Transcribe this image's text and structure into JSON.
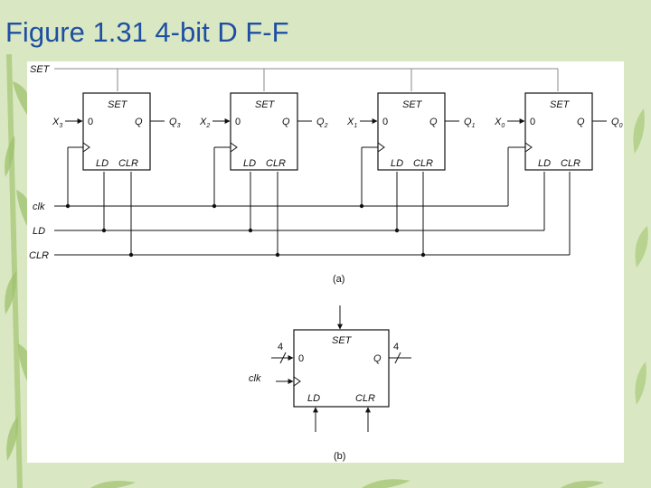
{
  "slide": {
    "title": "Figure 1.31 4-bit D F-F"
  },
  "diagram": {
    "signals": {
      "set": "SET",
      "clk": "clk",
      "ld": "LD",
      "clr": "CLR"
    },
    "flipflop": {
      "set": "SET",
      "zero": "0",
      "q": "Q",
      "ld": "LD",
      "clr": "CLR"
    },
    "stages": [
      {
        "input": "X",
        "input_sub": "3",
        "output": "Q",
        "output_sub": "3"
      },
      {
        "input": "X",
        "input_sub": "2",
        "output": "Q",
        "output_sub": "2"
      },
      {
        "input": "X",
        "input_sub": "1",
        "output": "Q",
        "output_sub": "1"
      },
      {
        "input": "X",
        "input_sub": "0",
        "output": "Q",
        "output_sub": "0"
      }
    ],
    "caption_a": "(a)",
    "block": {
      "set": "SET",
      "zero": "0",
      "q": "Q",
      "ld": "LD",
      "clr": "CLR",
      "clk": "clk",
      "bus_in": "4",
      "bus_out": "4"
    },
    "caption_b": "(b)"
  }
}
